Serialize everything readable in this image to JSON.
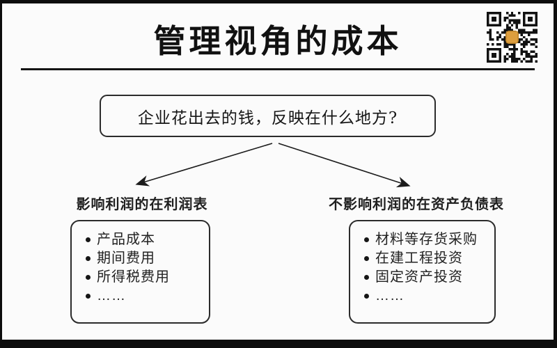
{
  "header": {
    "title": "管理视角的成本"
  },
  "question_box": {
    "text": "企业花出去的钱，反映在什么地方?"
  },
  "branches": [
    {
      "label": "影响利润的在利润表",
      "items": [
        "产品成本",
        "期间费用",
        "所得税费用",
        "……"
      ]
    },
    {
      "label": "不影响利润的在资产负债表",
      "items": [
        "材料等存货采购",
        "在建工程投资",
        "固定资产投资",
        "……"
      ]
    }
  ],
  "colors": {
    "frame": "#0d0d0d",
    "ink": "#1c1c1c",
    "qr_logo": "#dd9e3e",
    "background": "#fbfbfb"
  }
}
